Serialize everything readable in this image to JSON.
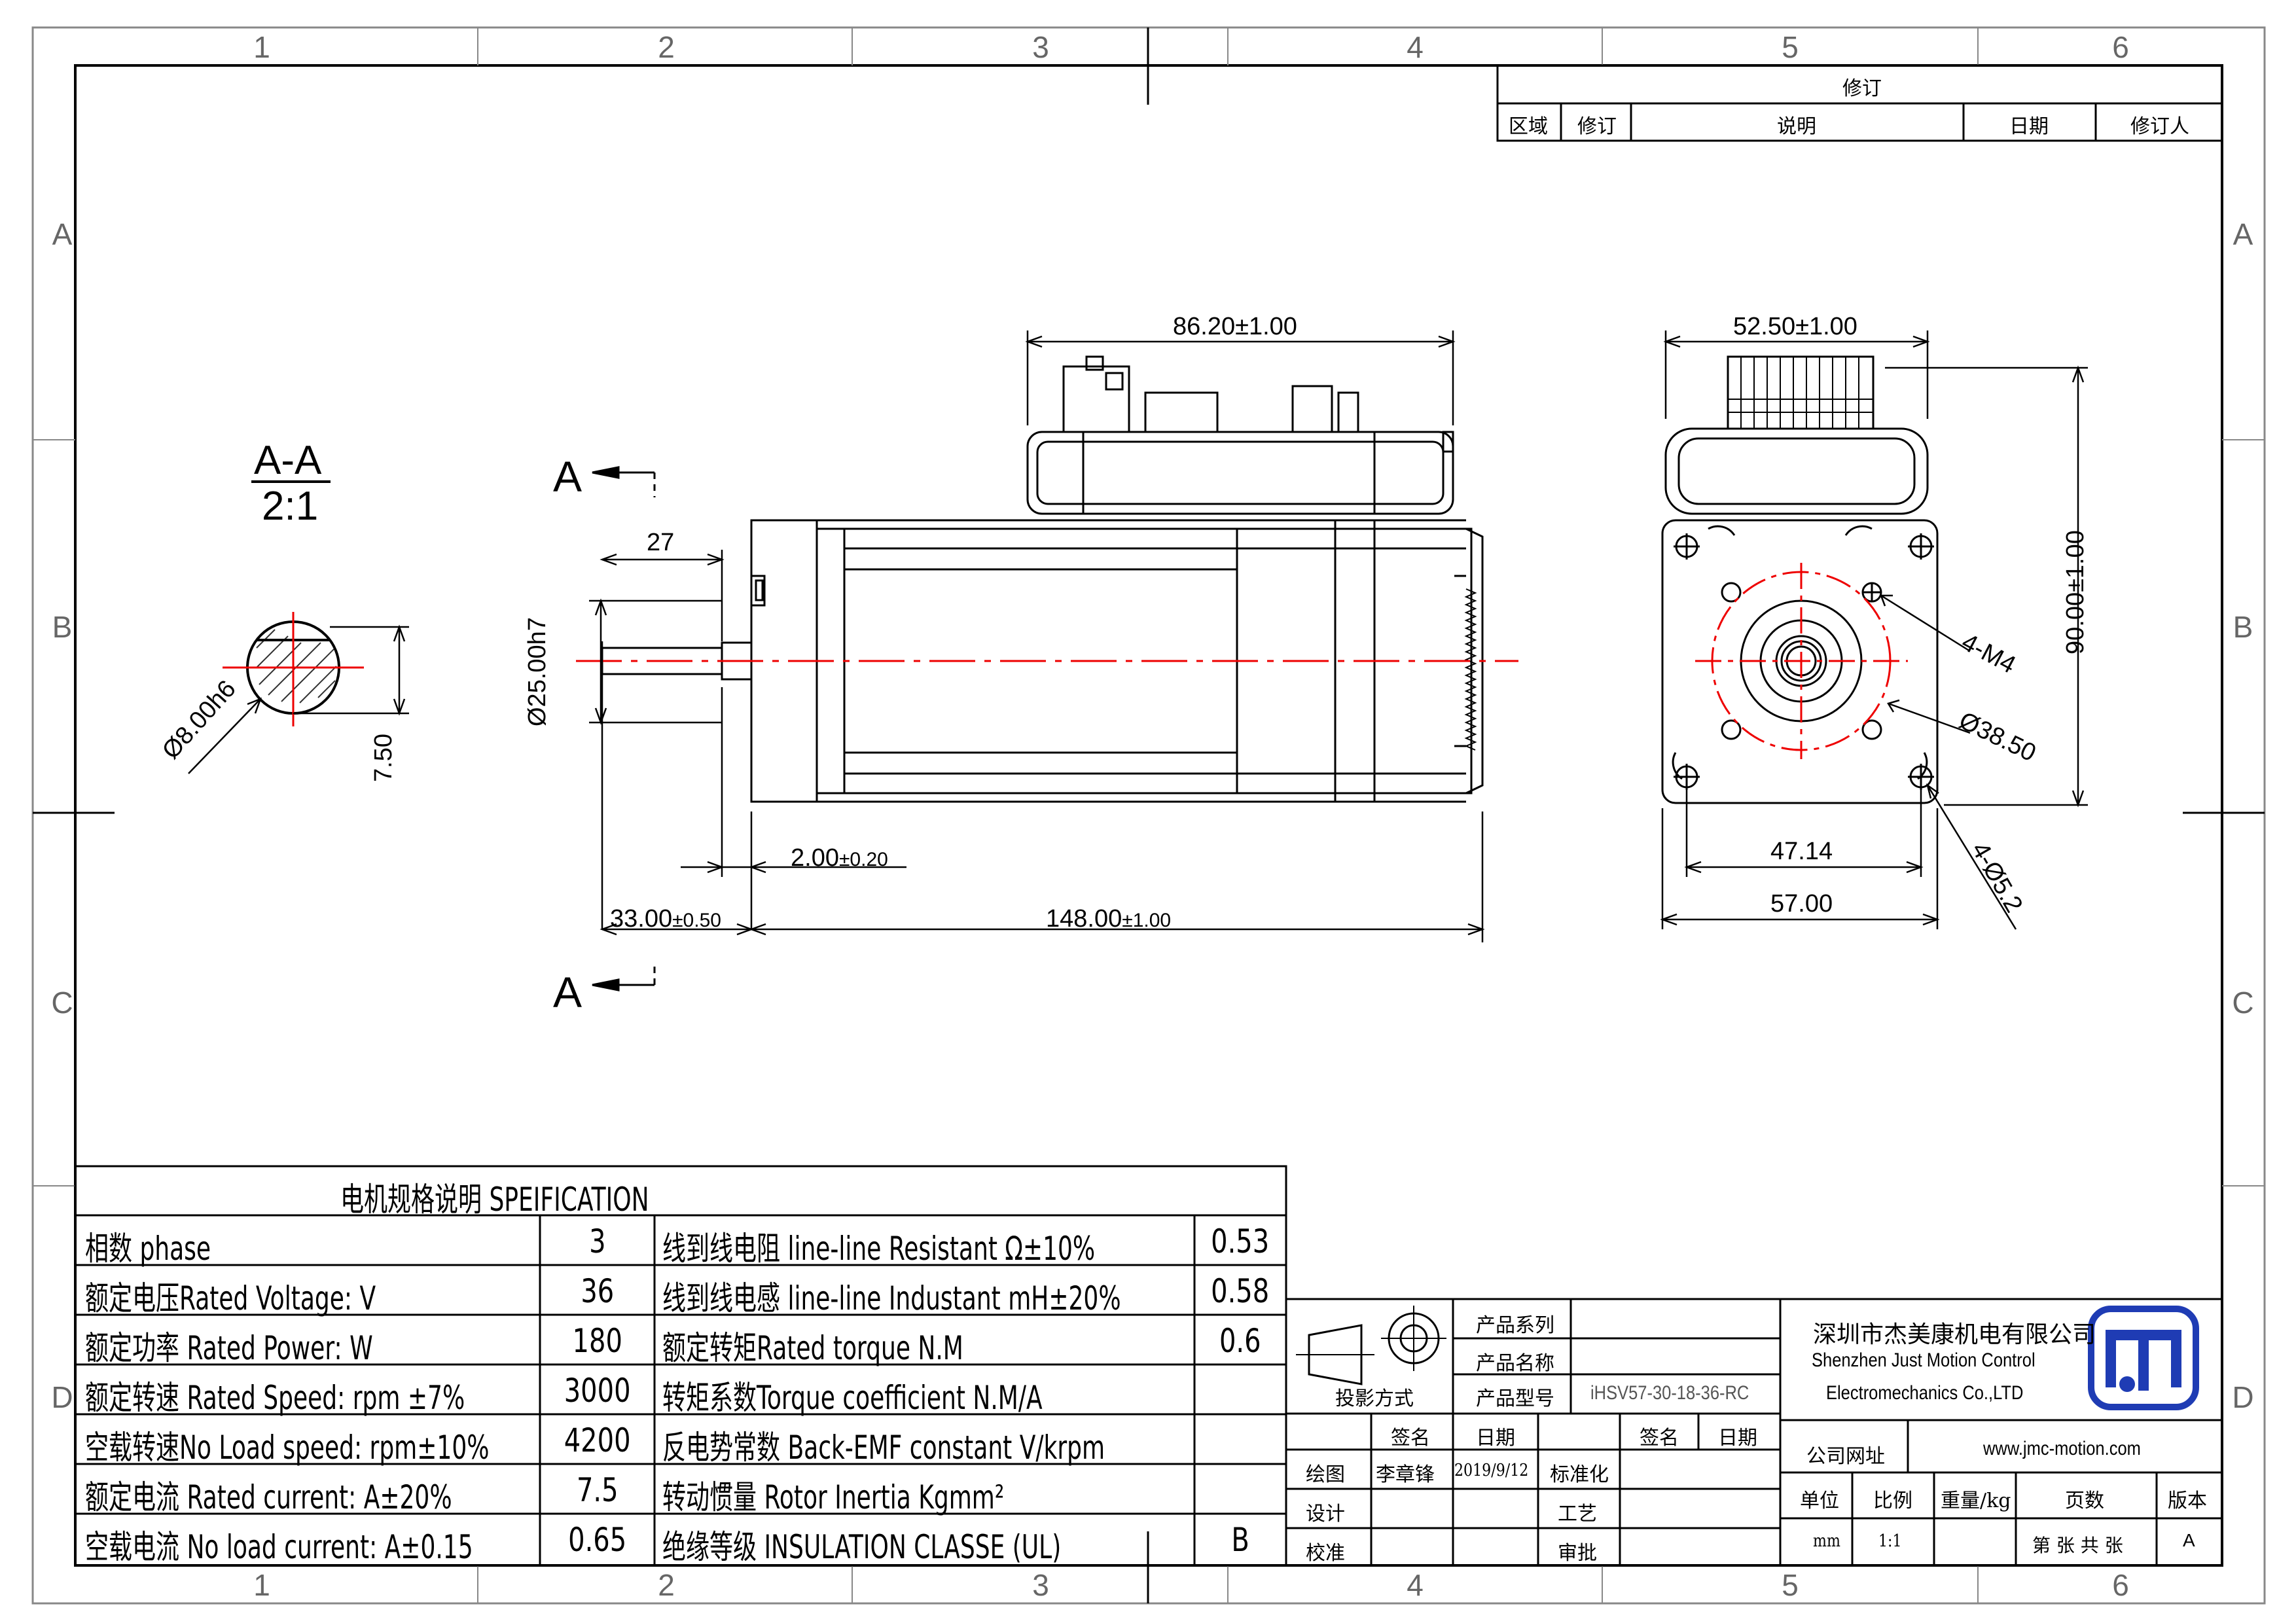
{
  "zones": {
    "columns": [
      "1",
      "2",
      "3",
      "4",
      "5",
      "6"
    ],
    "rows": [
      "A",
      "B",
      "C",
      "D"
    ]
  },
  "revision": {
    "title": "修订",
    "headers": [
      "区域",
      "修订",
      "说明",
      "日期",
      "修订人"
    ]
  },
  "section": {
    "title": "A-A",
    "scale": "2:1",
    "marker": "A"
  },
  "dimensions": {
    "shaft_diameter": "Ø8.00h6",
    "flat_height": "7.50",
    "shaft_length": "27",
    "pilot_diameter": "Ø25.00h7",
    "pilot_depth": "2.00",
    "pilot_depth_tol": "±0.20",
    "shaft_total": "33.00",
    "shaft_total_tol": "±0.50",
    "body_length": "148.00",
    "body_length_tol": "±1.00",
    "driver_length": "86.20±1.00",
    "driver_width": "52.50±1.00",
    "total_height": "90.00±1.00",
    "thread_holes": "4-M4",
    "bolt_circle": "Ø38.50",
    "mount_holes": "4-Ø5.2",
    "hole_spacing": "47.14",
    "flange_size": "57.00"
  },
  "spec": {
    "title": "电机规格说明 SPEIFICATION",
    "rows": [
      {
        "l1": "相数 phase",
        "v1": "3",
        "l2": "线到线电阻 line-line Resistant Ω±10%",
        "v2": "0.53"
      },
      {
        "l1": "额定电压Rated Voltage: V",
        "v1": "36",
        "l2": "线到线电感 line-line Industant mH±20%",
        "v2": "0.58"
      },
      {
        "l1": "额定功率 Rated Power:  W",
        "v1": "180",
        "l2": "额定转矩Rated torque N.M",
        "v2": "0.6"
      },
      {
        "l1": "额定转速 Rated Speed: rpm ±7%",
        "v1": "3000",
        "l2": "转矩系数Torque coefficient N.M/A",
        "v2": ""
      },
      {
        "l1": "空载转速No Load speed: rpm±10%",
        "v1": "4200",
        "l2": "反电势常数 Back-EMF constant V/krpm",
        "v2": ""
      },
      {
        "l1": "额定电流 Rated current: A±20%",
        "v1": "7.5",
        "l2": "转动惯量 Rotor Inertia Kgmm²",
        "v2": ""
      },
      {
        "l1": "空载电流 No load current: A±0.15",
        "v1": "0.65",
        "l2": "绝缘等级 INSULATION CLASSE (UL)",
        "v2": "B"
      }
    ]
  },
  "title_block": {
    "projection": "投影方式",
    "series_label": "产品系列",
    "name_label": "产品名称",
    "model_label": "产品型号",
    "model_value": "iHSV57-30-18-36-RC",
    "sign": "签名",
    "date": "日期",
    "standard": "标准化",
    "draw": "绘图",
    "drawer": "李章锋",
    "draw_date": "2019/9/12",
    "design": "设计",
    "process": "工艺",
    "check": "校准",
    "approve": "审批",
    "company_cn": "深圳市杰美康机电有限公司",
    "company_en1": "Shenzhen Just Motion Control",
    "company_en2": "Electromechanics Co.,LTD",
    "website_label": "公司网址",
    "website": "www.jmc-motion.com",
    "unit_label": "单位",
    "ratio_label": "比例",
    "weight_label": "重量/kg",
    "pages_label": "页数",
    "version_label": "版本",
    "unit": "mm",
    "ratio": "1:1",
    "pages": "第 张 共 张",
    "version": "A"
  }
}
